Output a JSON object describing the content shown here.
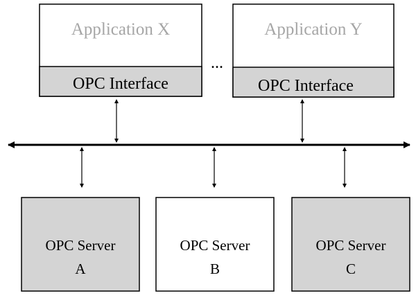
{
  "applications": [
    {
      "name": "Application X",
      "interface_label": "OPC Interface"
    },
    {
      "name": "Application Y",
      "interface_label": "OPC Interface"
    }
  ],
  "ellipsis": "...",
  "servers": [
    {
      "line1": "OPC Server",
      "line2": "A",
      "fill": "#d4d4d4"
    },
    {
      "line1": "OPC Server",
      "line2": "B",
      "fill": "#ffffff"
    },
    {
      "line1": "OPC Server",
      "line2": "C",
      "fill": "#d4d4d4"
    }
  ],
  "colors": {
    "interface_fill": "#d4d4d4",
    "application_text": "#a6a6a6",
    "lines": "#000000"
  }
}
